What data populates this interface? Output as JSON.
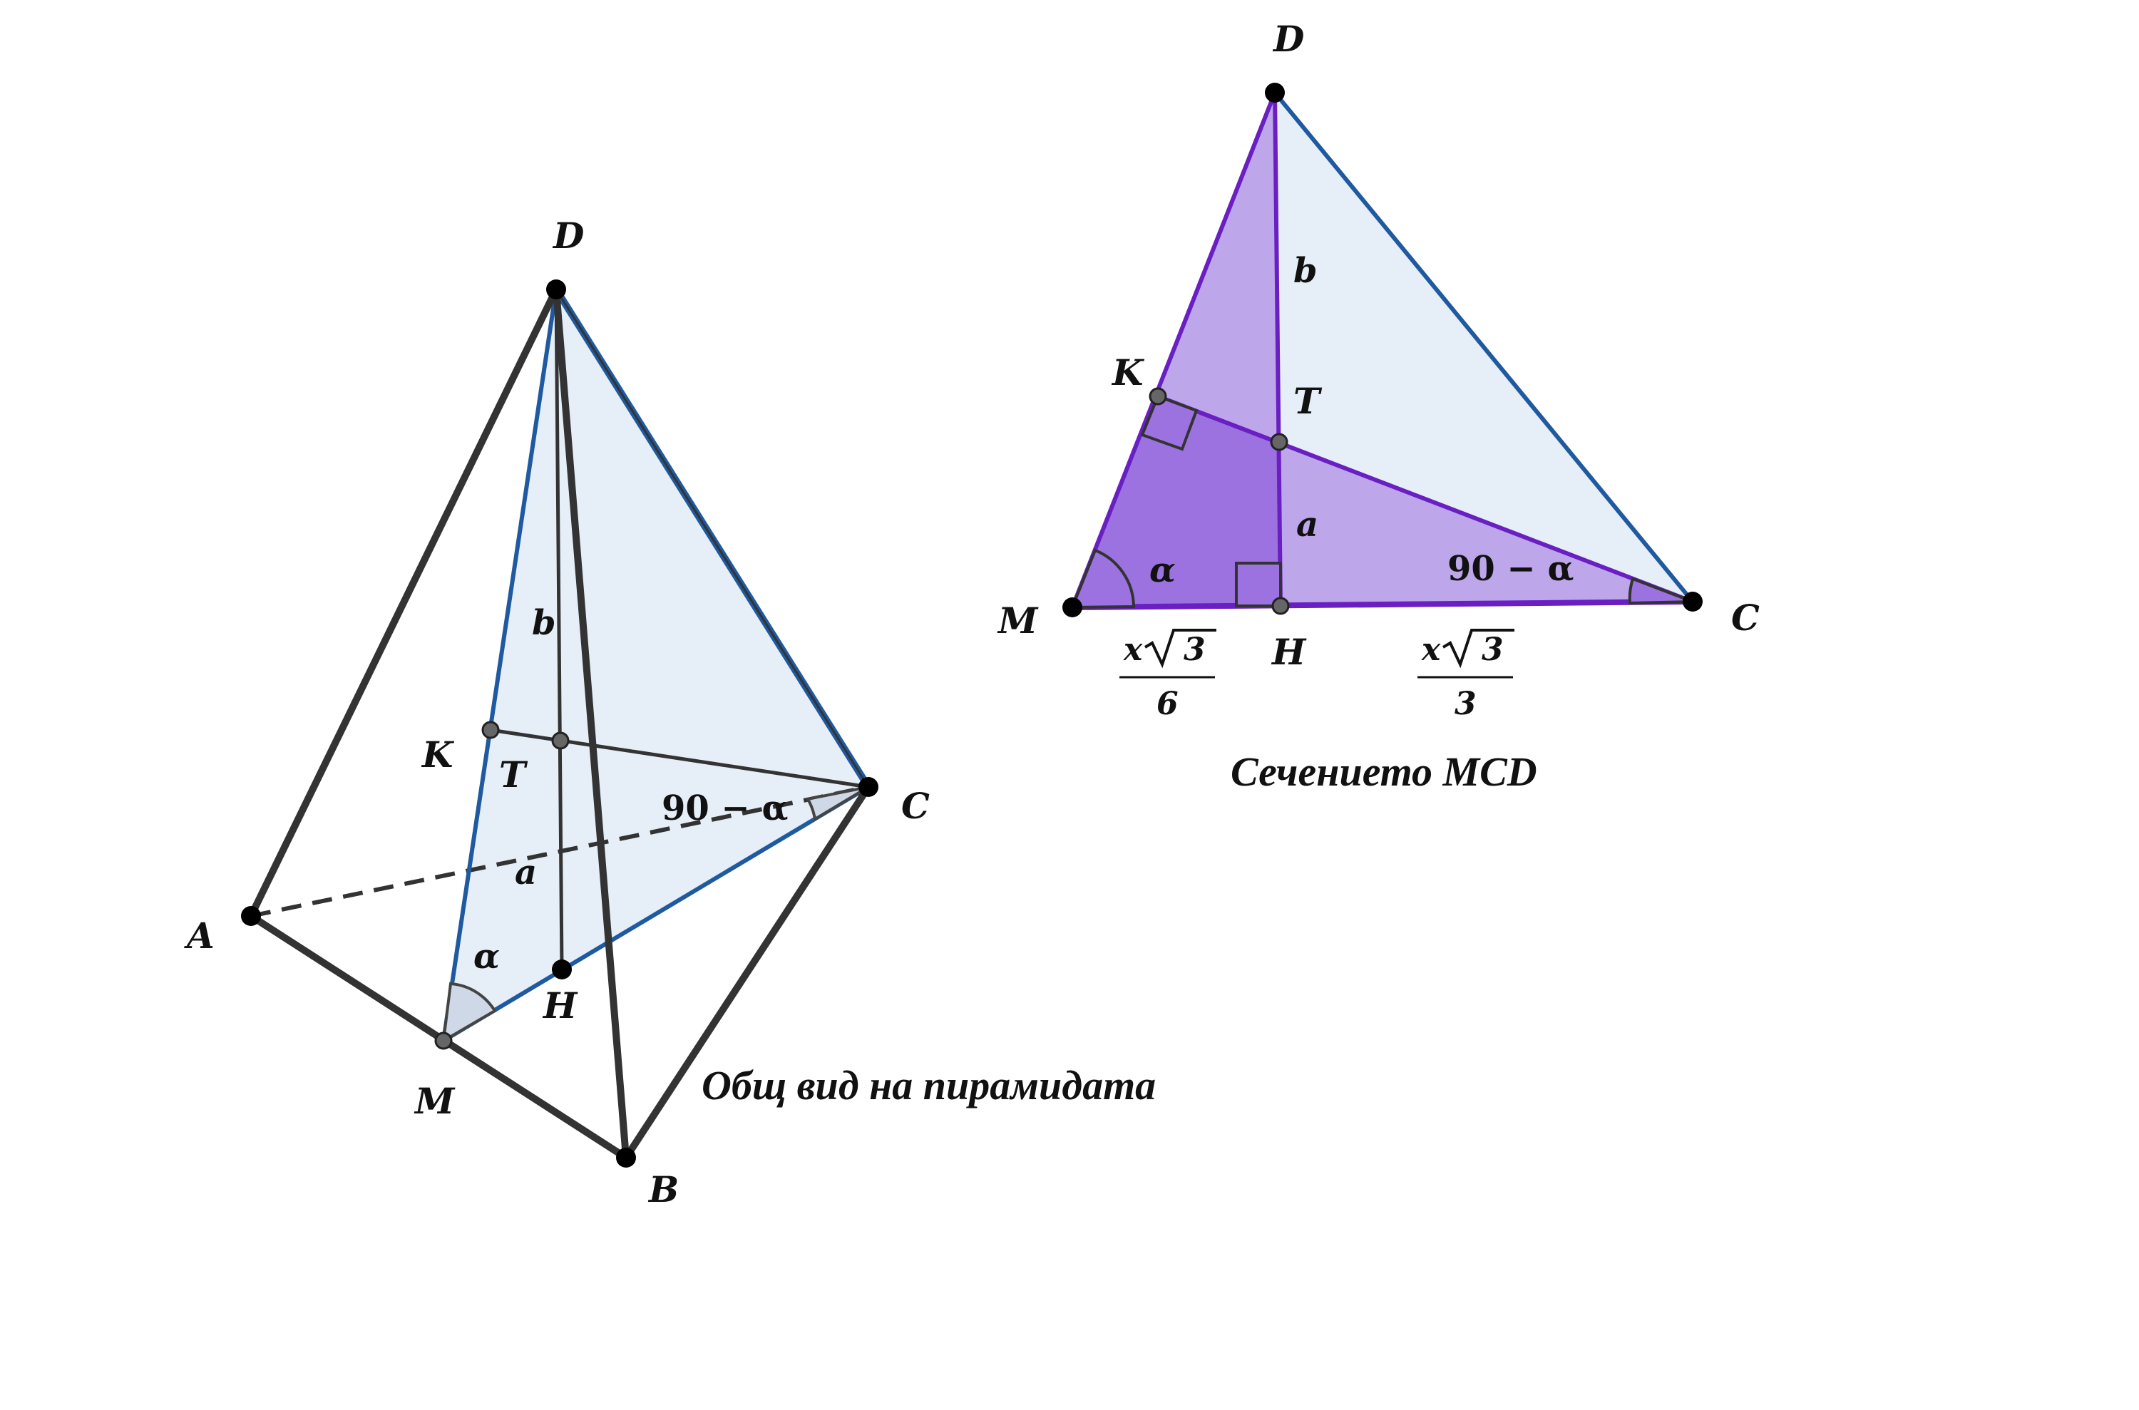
{
  "pyramid": {
    "vertices": {
      "D": "D",
      "A": "A",
      "B": "B",
      "C": "C"
    },
    "points": {
      "K": "K",
      "T": "T",
      "M": "M",
      "H": "H"
    },
    "segment_labels": {
      "b": "b",
      "a": "a"
    },
    "angle_alpha": "α",
    "angle_c": "90 − α",
    "caption": "Общ вид на пирамидата"
  },
  "section": {
    "vertices": {
      "D": "D",
      "M": "M",
      "C": "C"
    },
    "points": {
      "K": "K",
      "T": "T",
      "H": "H"
    },
    "segment_labels": {
      "b": "b",
      "a": "a"
    },
    "angle_alpha": "α",
    "angle_c": "90 − α",
    "mh": {
      "num_var": "x",
      "num_rad": "3",
      "den": "6"
    },
    "hc": {
      "num_var": "x",
      "num_rad": "3",
      "den": "3"
    },
    "caption": "Сечението MCD"
  },
  "colors": {
    "edge": "#333333",
    "blue": "#1f5aa0",
    "face_fill": "#e6eef8",
    "purple": "#6a1fc2",
    "purple_light": "#bea6ea",
    "purple_dark": "#9c72e0"
  }
}
